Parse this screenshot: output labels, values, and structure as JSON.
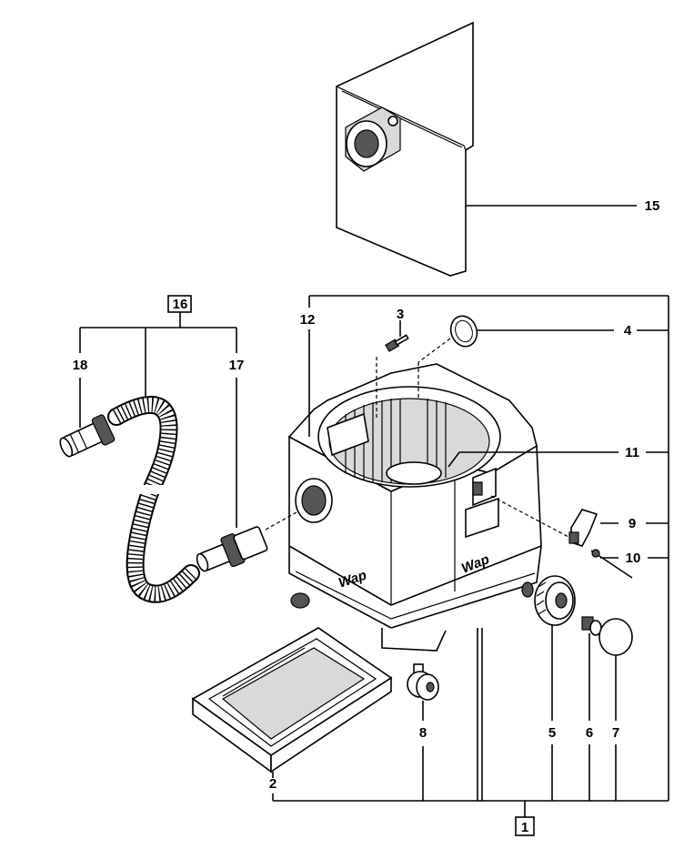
{
  "callouts": {
    "p1": "1",
    "p2": "2",
    "p3": "3",
    "p4": "4",
    "p5": "5",
    "p6": "6",
    "p7": "7",
    "p8": "8",
    "p9": "9",
    "p10": "10",
    "p11": "11",
    "p12": "12",
    "p15": "15",
    "p16": "16",
    "p17": "17",
    "p18": "18"
  },
  "brand_text": "Wap"
}
